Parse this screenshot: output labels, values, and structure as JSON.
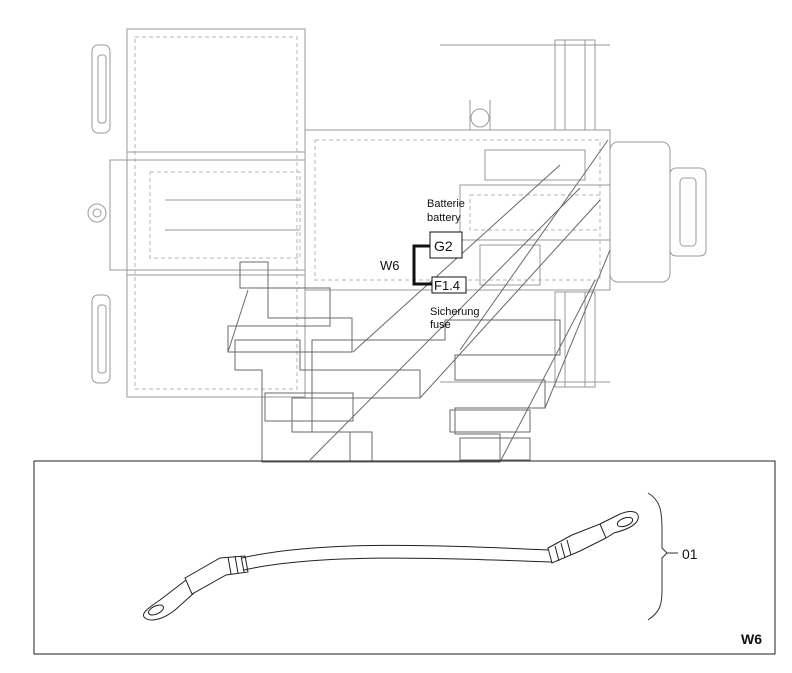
{
  "labels": {
    "battery_de": "Batterie",
    "battery_en": "battery",
    "battery_ref": "G2",
    "cable_ref": "W6",
    "fuse_ref": "F1.4",
    "fuse_de": "Sicherung",
    "fuse_en": "fuse"
  },
  "detail": {
    "part_position": "01",
    "panel_ref": "W6"
  }
}
